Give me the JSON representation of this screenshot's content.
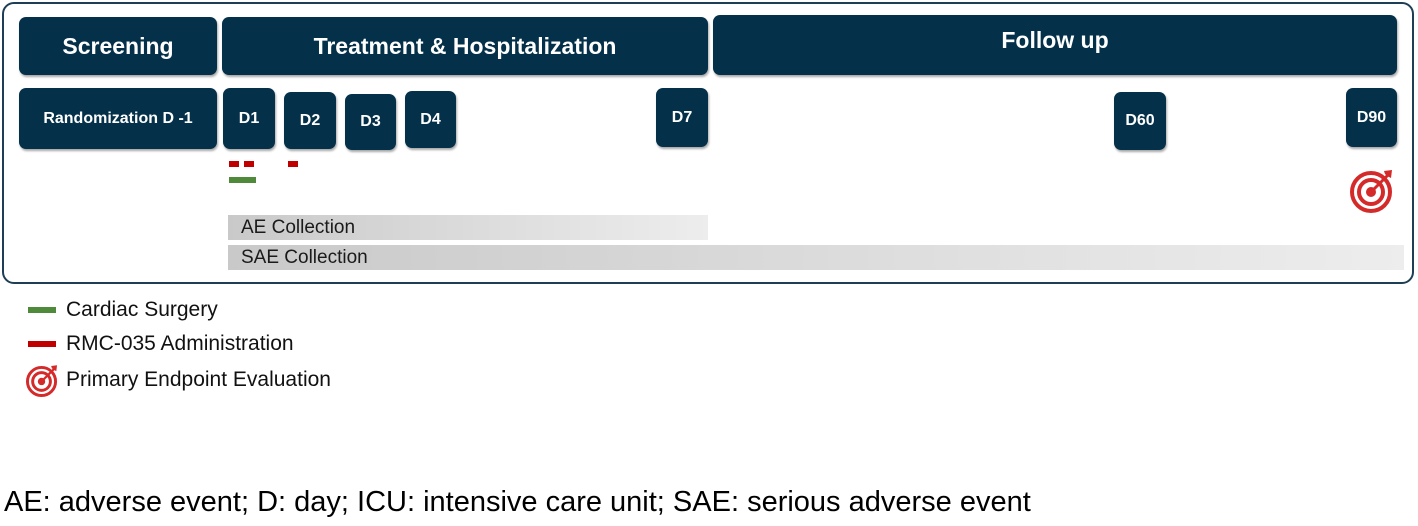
{
  "phases": {
    "screening": "Screening",
    "treatment": "Treatment & Hospitalization",
    "follow_up": "Follow up"
  },
  "days": {
    "randomization": "Randomization D -1",
    "d1": "D1",
    "d2": "D2",
    "d3": "D3",
    "d4": "D4",
    "d7": "D7",
    "d60": "D60",
    "d90": "D90"
  },
  "collections": {
    "ae": "AE Collection",
    "sae": "SAE Collection"
  },
  "legend": {
    "cardiac_surgery": "Cardiac Surgery",
    "rmc_administration": "RMC-035 Administration",
    "primary_endpoint": "Primary Endpoint Evaluation"
  },
  "footnote": "AE: adverse event; D: day; ICU: intensive care unit; SAE: serious adverse event",
  "colors": {
    "box": "#043049",
    "surgery": "#4f8a3a",
    "administration": "#c00000",
    "endpoint": "#d42a2a"
  },
  "icons": [
    "target-icon"
  ]
}
